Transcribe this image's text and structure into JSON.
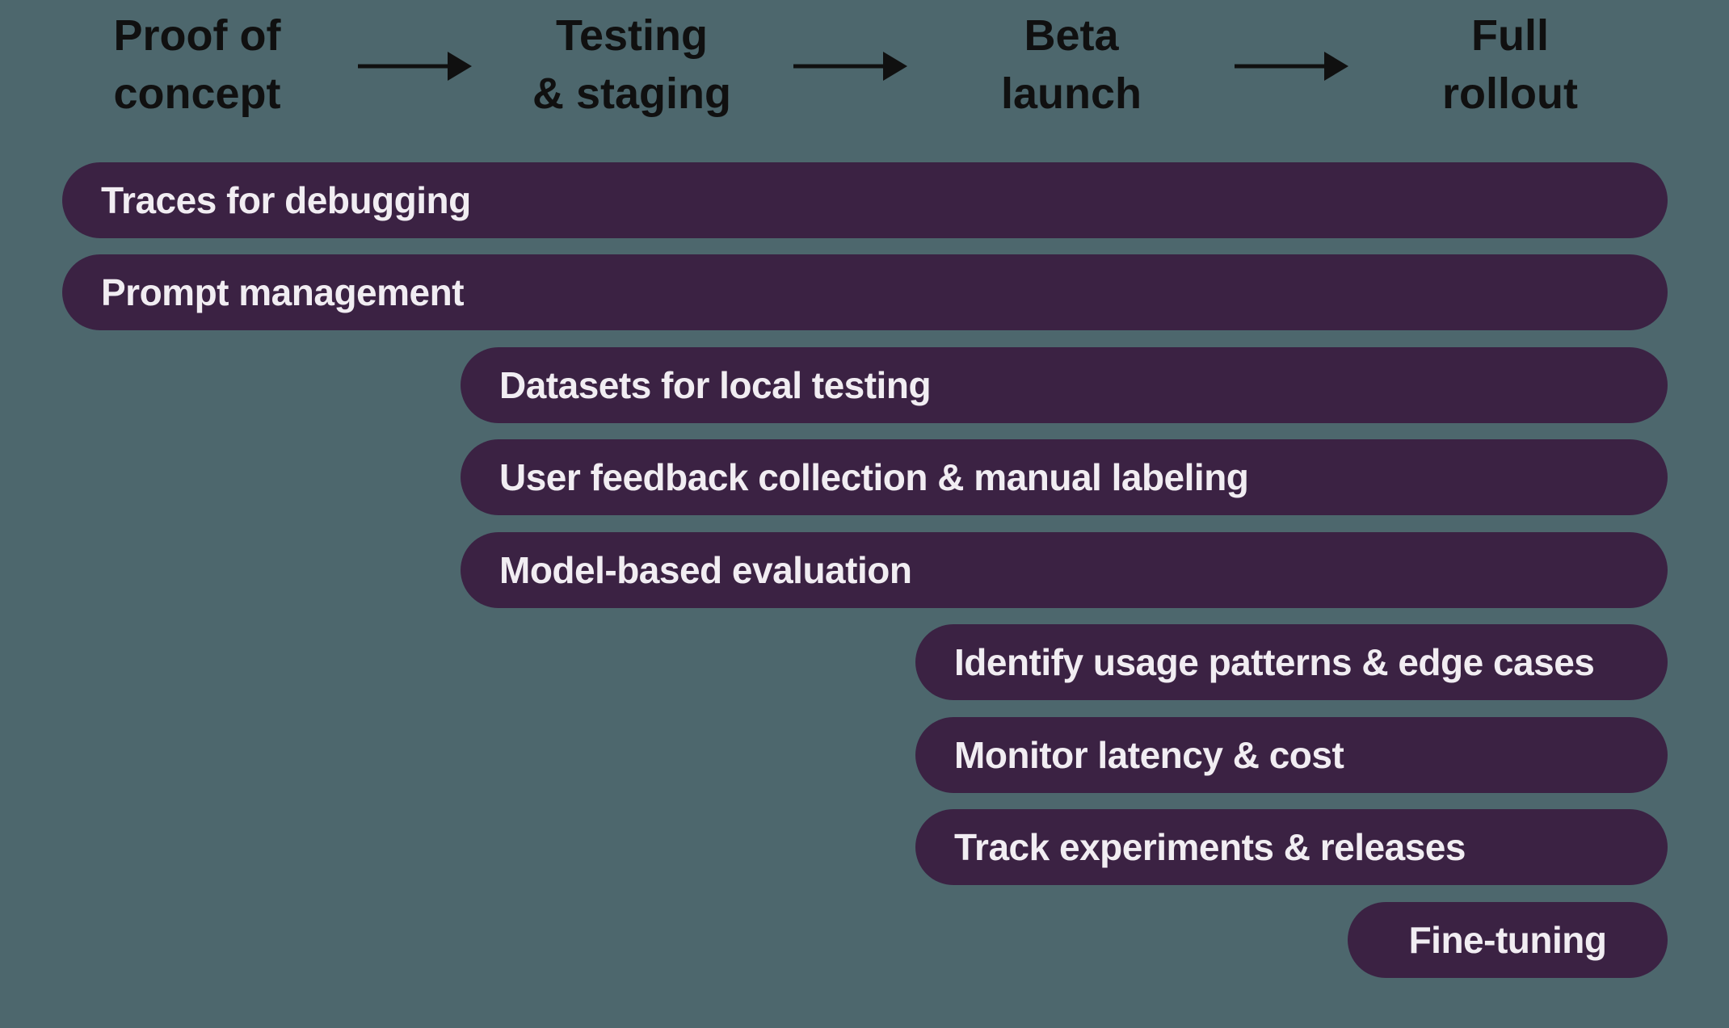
{
  "title": "LLM product rollout timeline diagram",
  "colors": {
    "background": "#4d676d",
    "bar_fill": "#3b2243",
    "bar_text": "#f1edf2",
    "header_text": "#101010",
    "arrow": "#101010"
  },
  "header": {
    "stages": [
      {
        "line1": "Proof of",
        "line2": "concept"
      },
      {
        "line1": "Testing",
        "line2": "& staging"
      },
      {
        "line1": "Beta",
        "line2": "launch"
      },
      {
        "line1": "Full",
        "line2": "rollout"
      }
    ]
  },
  "timeline": {
    "bars": [
      {
        "label": "Traces for debugging",
        "starts_at_stage": "Proof of concept",
        "ends_at_stage": "Full rollout"
      },
      {
        "label": "Prompt management",
        "starts_at_stage": "Proof of concept",
        "ends_at_stage": "Full rollout"
      },
      {
        "label": "Datasets for local testing",
        "starts_at_stage": "Testing & staging",
        "ends_at_stage": "Full rollout"
      },
      {
        "label": "User feedback collection & manual labeling",
        "starts_at_stage": "Testing & staging",
        "ends_at_stage": "Full rollout"
      },
      {
        "label": "Model-based evaluation",
        "starts_at_stage": "Testing & staging",
        "ends_at_stage": "Full rollout"
      },
      {
        "label": "Identify usage patterns & edge cases",
        "starts_at_stage": "Beta launch",
        "ends_at_stage": "Full rollout"
      },
      {
        "label": "Monitor latency & cost",
        "starts_at_stage": "Beta launch",
        "ends_at_stage": "Full rollout"
      },
      {
        "label": "Track experiments & releases",
        "starts_at_stage": "Beta launch",
        "ends_at_stage": "Full rollout"
      },
      {
        "label": "Fine-tuning",
        "starts_at_stage": "Full rollout",
        "ends_at_stage": "Full rollout"
      }
    ]
  }
}
